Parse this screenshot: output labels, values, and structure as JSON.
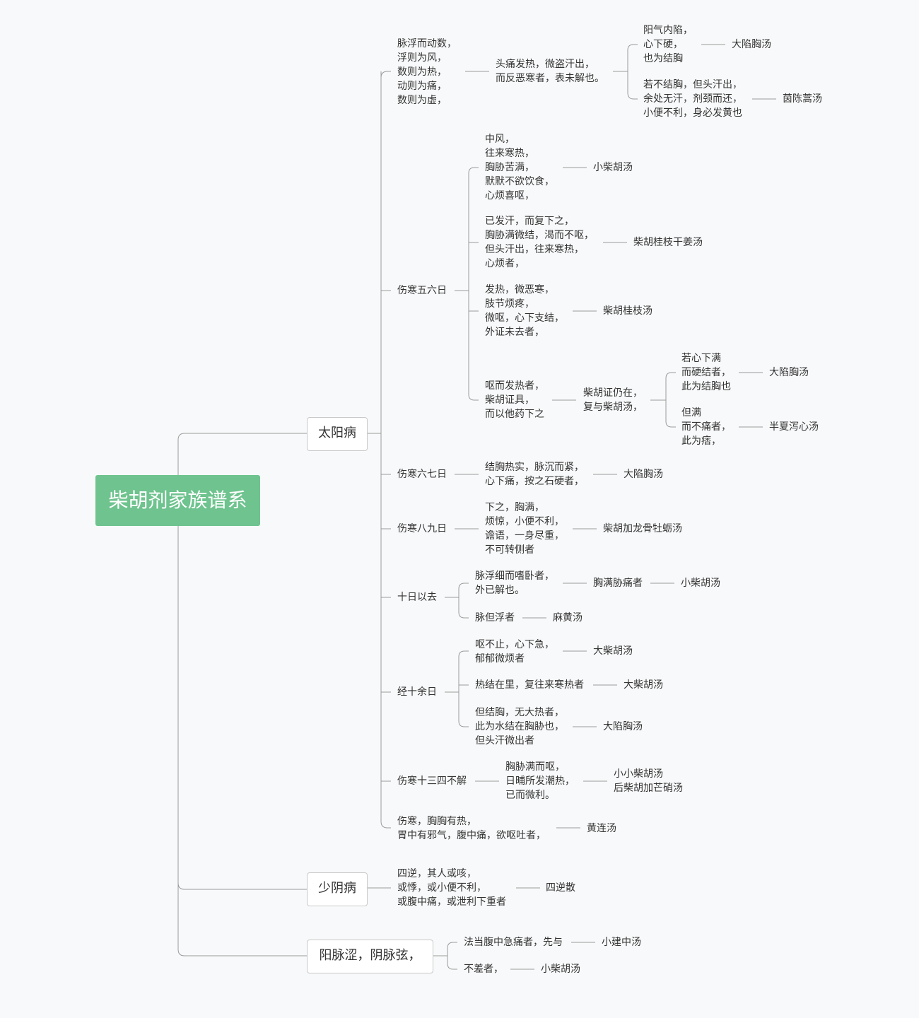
{
  "root": "柴胡剂家族谱系",
  "taiyang": {
    "label": "太阳病",
    "b1": {
      "cond": "脉浮而动数，\n浮则为风，\n数则为热，\n动则为痛，\n数则为虚，",
      "mid": "头痛发热，微盗汗出，\n而反恶寒者，表未解也。",
      "c1": "阳气内陷，\n心下硬，\n也为结胸",
      "c1r": "大陷胸汤",
      "c2": "若不结胸，但头汗出，\n余处无汗，剂颈而还，\n小便不利，身必发黄也",
      "c2r": "茵陈蒿汤"
    },
    "b2": {
      "label": "伤寒五六日",
      "s1": "中风，\n往来寒热，\n胸胁苦满，\n默默不欲饮食，\n心烦喜呕，",
      "s1r": "小柴胡汤",
      "s2": "已发汗，而复下之，\n胸胁满微结，渴而不呕，\n但头汗出，往来寒热，\n心烦者，",
      "s2r": "柴胡桂枝干姜汤",
      "s3": "发热，微恶寒，\n肢节烦疼，\n微呕，心下支结，\n外证未去者，",
      "s3r": "柴胡桂枝汤",
      "s4": "呕而发热者，\n柴胡证具，\n而以他药下之",
      "s4m": "柴胡证仍在，\n复与柴胡汤，",
      "s4a": "若心下满\n而硬结者，\n此为结胸也",
      "s4ar": "大陷胸汤",
      "s4b": "但满\n而不痛者，\n此为痞，",
      "s4br": "半夏泻心汤"
    },
    "b3": {
      "label": "伤寒六七日",
      "desc": "结胸热实，脉沉而紧，\n心下痛，按之石硬者，",
      "r": "大陷胸汤"
    },
    "b4": {
      "label": "伤寒八九日",
      "desc": "下之，胸满，\n烦惊，小便不利，\n谵语，一身尽重，\n不可转侧者",
      "r": "柴胡加龙骨牡蛎汤"
    },
    "b5": {
      "label": "十日以去",
      "s1": "脉浮细而嗜卧者，\n外已解也。",
      "s1m": "胸满胁痛者",
      "s1r": "小柴胡汤",
      "s2": "脉但浮者",
      "s2r": "麻黄汤"
    },
    "b6": {
      "label": "经十余日",
      "s1": "呕不止，心下急，\n郁郁微烦者",
      "s1r": "大柴胡汤",
      "s2": "热结在里，复往来寒热者",
      "s2r": "大柴胡汤",
      "s3": "但结胸，无大热者，\n此为水结在胸胁也，\n但头汗微出者",
      "s3r": "大陷胸汤"
    },
    "b7": {
      "label": "伤寒十三四不解",
      "desc": "胸胁满而呕，\n日晡所发潮热，\n已而微利。",
      "r": "小小柴胡汤\n后柴胡加芒硝汤"
    },
    "b8": {
      "desc": "伤寒，胸胸有热，\n胃中有邪气，腹中痛，欲呕吐者，",
      "r": "黄连汤"
    }
  },
  "shaoyin": {
    "label": "少阴病",
    "desc": "四逆，其人或咳，\n或悸，或小便不利，\n或腹中痛，或泄利下重者",
    "r": "四逆散"
  },
  "yangmai": {
    "label": "阳脉涩，阴脉弦，",
    "s1": "法当腹中急痛者，先与",
    "s1r": "小建中汤",
    "s2": "不差者，",
    "s2r": "小柴胡汤"
  }
}
